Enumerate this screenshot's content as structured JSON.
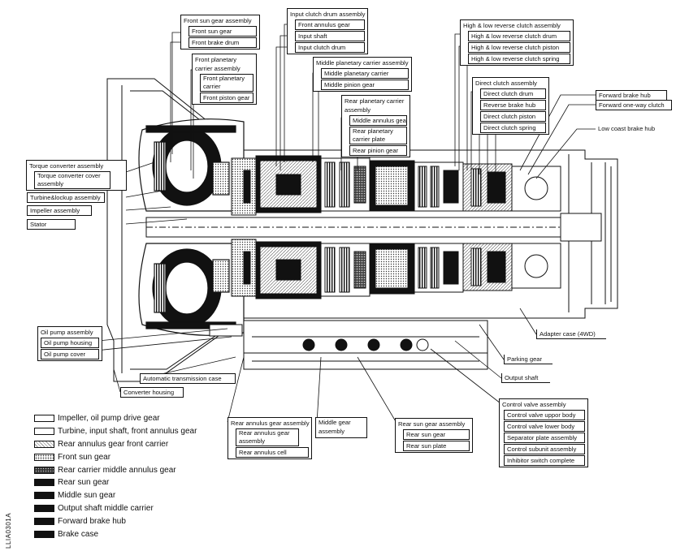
{
  "labels": {
    "front_sun_gear_assembly": "Front sun gear assembly",
    "front_sun_gear": "Front sun gear",
    "front_brake_drum": "Front brake drum",
    "front_planetary_carrier_assembly": "Front planetary carrier assembly",
    "front_planetary_carrier": "Front planetary carrier",
    "front_piston_gear": "Front piston gear",
    "input_clutch_drum_assembly": "Input clutch drum assembly",
    "front_annulus_gear": "Front annulus gear",
    "input_shaft": "Input shaft",
    "input_clutch_drum": "Input clutch drum",
    "middle_planetary_carrier_assembly": "Middle planetary carrier assembly",
    "middle_planetary_carrier": "Middle planetary carrier",
    "middle_pinion_gear": "Middle pinion gear",
    "rear_planetary_carrier_assembly": "Rear planetary carrier assembly",
    "middle_annulus_gear": "Middle annulus gear",
    "rear_planetary_carrier_plate": "Rear planetary carrier plate",
    "rear_pinion_gear": "Rear pinion gear",
    "high_low_reverse_clutch_assembly": "High & low reverse clutch assembly",
    "high_low_reverse_clutch_drum": "High & low reverse clutch drum",
    "high_low_reverse_clutch_piston": "High & low reverse clutch piston",
    "high_low_reverse_clutch_spring": "High & low reverse clutch spring",
    "direct_clutch_assembly": "Direct clutch assembly",
    "direct_clutch_drum": "Direct clutch drum",
    "reverse_brake_hub": "Reverse brake hub",
    "direct_clutch_piston": "Direct clutch piston",
    "direct_clutch_spring": "Direct clutch spring",
    "forward_brake_hub": "Forward brake hub",
    "forward_one_way_clutch": "Forward one-way clutch",
    "low_coast_brake_hub": "Low coast brake hub",
    "torque_converter_assembly": "Torque converter assembly",
    "torque_converter_cover_assembly": "Torque converter cover assembly",
    "turbine_lockup_assembly": "Turbine&lockup assembly",
    "impeller_assembly": "Impeller assembly",
    "stator": "Stator",
    "oil_pump_assembly": "Oil pump assembly",
    "oil_pump_housing": "Oil pump housing",
    "oil_pump_cover": "Oil pump cover",
    "automatic_transmission_case": "Automatic transmission case",
    "converter_housing": "Converter housing",
    "adapter_case_4wd": "Adapter case (4WD)",
    "parking_gear": "Parking gear",
    "output_shaft": "Output shaft",
    "rear_annulus_gear_assembly": "Rear annulus gear assembly",
    "rear_annulus_gear_assembly_sub": "Rear annulus gear assembly",
    "rear_annulus_cell": "Rear annulus cell",
    "middle_gear_assembly": "Middle gear assembly",
    "rear_sun_gear_assembly": "Rear sun gear assembly",
    "rear_sun_gear": "Rear sun gear",
    "rear_sun_plate": "Rear sun plate",
    "control_valve_assembly": "Control valve assembly",
    "control_valve_upper_body": "Control valve uppor body",
    "control_valve_lower_body": "Control valve lower body",
    "separator_plate_assembly": "Separator plate assembly",
    "control_subunit_assembly": "Control subunit assembly",
    "inhibitor_switch_complete": "Inhibitor switch complete"
  },
  "legend": [
    {
      "label": "Impeller, oil pump drive gear",
      "pattern": "white"
    },
    {
      "label": "Turbine, input shaft, front annulus gear",
      "pattern": "white"
    },
    {
      "label": "Rear annulus gear front carrier",
      "pattern": "light-hatch"
    },
    {
      "label": "Front sun gear",
      "pattern": "dots"
    },
    {
      "label": "Rear carrier middle annulus gear",
      "pattern": "dark-dots"
    },
    {
      "label": "Rear sun gear",
      "pattern": "black"
    },
    {
      "label": "Middle sun gear",
      "pattern": "black"
    },
    {
      "label": "Output shaft middle carrier",
      "pattern": "black"
    },
    {
      "label": "Forward brake hub",
      "pattern": "black"
    },
    {
      "label": "Brake case",
      "pattern": "black"
    }
  ],
  "figure_code": "LLIA0301A"
}
